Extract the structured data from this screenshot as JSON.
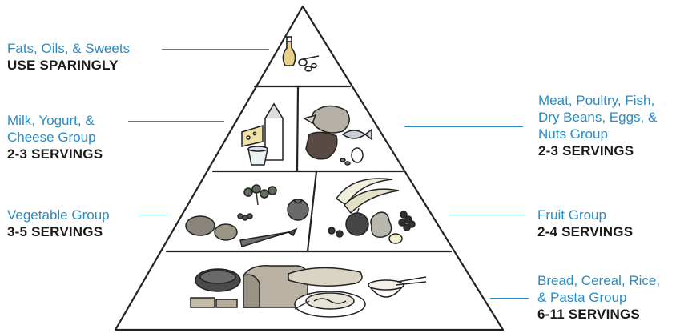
{
  "groups": {
    "fats": {
      "name": "Fats, Oils, & Sweets",
      "servings": "USE SPARINGLY"
    },
    "milk": {
      "name_lines": [
        "Milk, Yogurt, &",
        "Cheese Group"
      ],
      "servings": "2-3 SERVINGS"
    },
    "meat": {
      "name_lines": [
        "Meat, Poultry, Fish,",
        "Dry Beans, Eggs, &",
        "Nuts Group"
      ],
      "servings": "2-3 SERVINGS"
    },
    "vegetable": {
      "name": "Vegetable Group",
      "servings": "3-5 SERVINGS"
    },
    "fruit": {
      "name": "Fruit Group",
      "servings": "2-4 SERVINGS"
    },
    "bread": {
      "name_lines": [
        "Bread, Cereal, Rice,",
        "& Pasta Group"
      ],
      "servings": "6-11 SERVINGS"
    }
  },
  "colors": {
    "label_blue": "#2a8cc4",
    "ink": "#1a1a1a"
  },
  "icons": {
    "fats": [
      "oil-bottle-icon",
      "measuring-spoons-icon"
    ],
    "milk": [
      "milk-carton-icon",
      "cheese-icon",
      "yogurt-cup-icon"
    ],
    "meat": [
      "chicken-icon",
      "fish-icon",
      "egg-icon",
      "beans-icon"
    ],
    "vegetable": [
      "broccoli-icon",
      "carrot-icon",
      "tomato-icon",
      "potato-icon"
    ],
    "fruit": [
      "banana-icon",
      "apple-icon",
      "grapes-icon",
      "pear-icon"
    ],
    "bread": [
      "bread-loaf-icon",
      "pasta-plate-icon",
      "rice-bowl-icon",
      "roll-icon"
    ]
  }
}
